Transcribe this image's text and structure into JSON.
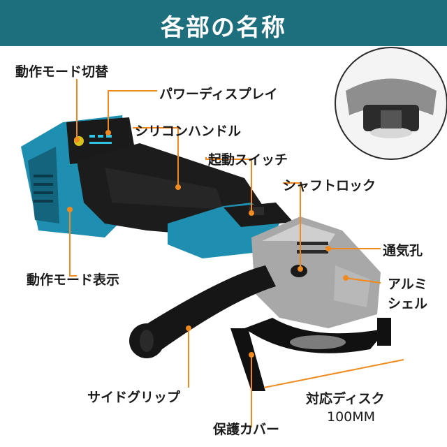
{
  "header": {
    "title": "各部の名称"
  },
  "labels": {
    "mode_switch": "動作モード切替",
    "power_display": "パワーディスプレイ",
    "silicone_handle": "シリコンハンドル",
    "start_switch": "起動スイッチ",
    "shaft_lock": "シャフトロック",
    "vent": "通気孔",
    "aluminum_shell_1": "アルミ",
    "aluminum_shell_2": "シェル",
    "mode_display": "動作モード表示",
    "side_grip": "サイドグリップ",
    "disc_size": "対応ディスク",
    "disc_size_value": "100MM",
    "guard": "保護カバー"
  },
  "colors": {
    "header": "#1e6f7e",
    "leader": "#f08a1e",
    "body_teal": "#1e8fb0",
    "body_black": "#1c1c1c",
    "head_silver": "#a8a8a8"
  }
}
